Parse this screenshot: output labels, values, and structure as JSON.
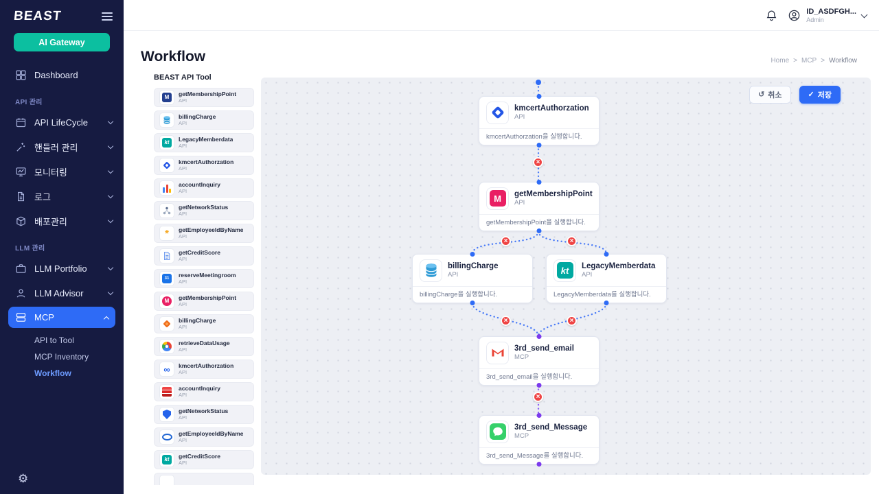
{
  "colors": {
    "accent_blue": "#2e6bf6",
    "teal_brand": "#0cbfa0",
    "sidebar_bg": "#161b41",
    "edge_blue": "#4a7bf7",
    "edge_purple": "#8a5cf6",
    "port_blue": "#2e6bf6",
    "port_purple": "#7c3aed",
    "error_red": "#ef4444",
    "canvas_bg": "#edeff4"
  },
  "glyphs": {
    "m": "M",
    "kt": "kt",
    "cal": "31",
    "inf": "∞",
    "star": "*",
    "x": "×",
    "undo": "↺",
    "check": "✓",
    "gear": "⚙"
  },
  "sidebar": {
    "logo": "BEAST",
    "gateway_button": "AI Gateway",
    "dashboard_label": "Dashboard",
    "section1_label": "API 관리",
    "section1_items": [
      "API LifeCycle",
      "핸들러 관리",
      "모니터링",
      "로그",
      "배포관리"
    ],
    "section2_label": "LLM 관리",
    "llm_portfolio": "LLM Portfolio",
    "llm_advisor": "LLM Advisor",
    "mcp": "MCP",
    "mcp_children": [
      "API to Tool",
      "MCP Inventory",
      "Workflow"
    ],
    "active_item": "MCP",
    "active_child": "Workflow",
    "icons": [
      "dashboard-icon",
      "calendar-icon",
      "wand-icon",
      "monitor-chart-icon",
      "log-document-icon",
      "deploy-box-icon",
      "portfolio-icon",
      "advisor-person-icon",
      "mcp-server-icon",
      "settings-gear-icon",
      "hamburger-icon"
    ]
  },
  "topbar": {
    "user_id": "ID_ASDFGH...",
    "user_role": "Admin",
    "icons": [
      "bell-icon",
      "user-avatar-icon",
      "chevron-down-icon"
    ]
  },
  "page": {
    "title": "Workflow",
    "breadcrumb": [
      "Home",
      "MCP",
      "Workflow"
    ],
    "breadcrumb_separator": ">"
  },
  "tool_panel": {
    "title": "BEAST API Tool",
    "items": [
      {
        "name": "getMembershipPoint",
        "type": "API",
        "icon": "membership-badge-icon"
      },
      {
        "name": "billingCharge",
        "type": "API",
        "icon": "database-icon"
      },
      {
        "name": "LegacyMemberdata",
        "type": "API",
        "icon": "kt-logo-icon"
      },
      {
        "name": "kmcertAuthorzation",
        "type": "API",
        "icon": "blue-diamond-icon"
      },
      {
        "name": "accountInquiry",
        "type": "API",
        "icon": "bar-chart-icon"
      },
      {
        "name": "getNetworkStatus",
        "type": "API",
        "icon": "network-nodes-icon"
      },
      {
        "name": "getEmployeeIdByName",
        "type": "API",
        "icon": "orange-star-icon"
      },
      {
        "name": "getCreditScore",
        "type": "API",
        "icon": "document-icon"
      },
      {
        "name": "reserveMeetingroom",
        "type": "API",
        "icon": "calendar-square-icon"
      },
      {
        "name": "getMembershipPoint",
        "type": "API",
        "icon": "m-circle-icon"
      },
      {
        "name": "billingCharge",
        "type": "API",
        "icon": "orange-diamond-icon"
      },
      {
        "name": "retrieveDataUsage",
        "type": "API",
        "icon": "chrome-circle-icon"
      },
      {
        "name": "kmcertAuthorzation",
        "type": "API",
        "icon": "infinity-icon"
      },
      {
        "name": "accountInquiry",
        "type": "API",
        "icon": "red-layers-icon"
      },
      {
        "name": "getNetworkStatus",
        "type": "API",
        "icon": "blue-shield-icon"
      },
      {
        "name": "getEmployeeIdByName",
        "type": "API",
        "icon": "blue-oval-icon"
      },
      {
        "name": "getCreditScore",
        "type": "API",
        "icon": "kt-logo-icon"
      }
    ]
  },
  "canvas": {
    "cancel_label": "취소",
    "save_label": "저장",
    "nodes": [
      {
        "name": "kmcertAuthorzation",
        "type": "API",
        "description": "kmcertAuthorzation을 실행합니다.",
        "icon": "blue-diamond-icon"
      },
      {
        "name": "getMembershipPoint",
        "type": "API",
        "description": "getMembershipPoint을 실행합니다.",
        "icon": "m-circle-icon"
      },
      {
        "name": "billingCharge",
        "type": "API",
        "description": "billingCharge을 실행합니다.",
        "icon": "database-icon"
      },
      {
        "name": "LegacyMemberdata",
        "type": "API",
        "description": "LegacyMemberdata를 실행합니다.",
        "icon": "kt-logo-icon"
      },
      {
        "name": "3rd_send_email",
        "type": "MCP",
        "description": "3rd_send_email을 실행합니다.",
        "icon": "gmail-icon"
      },
      {
        "name": "3rd_send_Message",
        "type": "MCP",
        "description": "3rd_send_Message를 실행합니다.",
        "icon": "green-chat-icon"
      }
    ]
  }
}
